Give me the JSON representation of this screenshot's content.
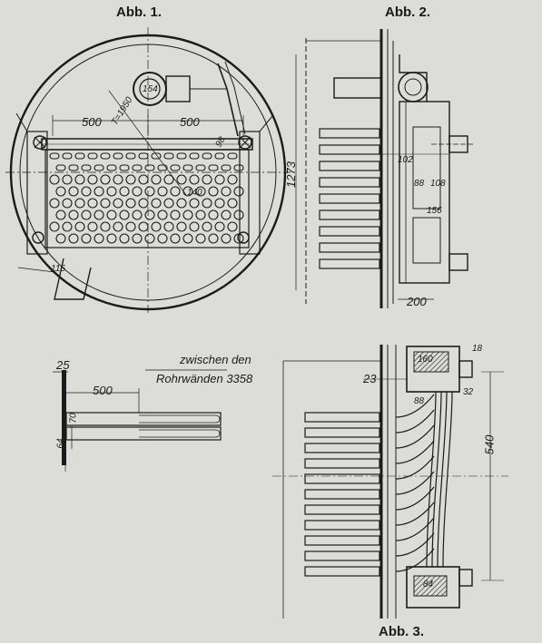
{
  "figures": [
    {
      "title": "Abb. 1."
    },
    {
      "title": "Abb. 2."
    },
    {
      "title": "Abb. 3."
    }
  ],
  "fig1": {
    "dim_left": "500",
    "dim_right": "500",
    "dim_diameter": "T=1950",
    "dim_pipe": "154",
    "dim_center": "140",
    "dim_side": "98",
    "dim_foot": "115"
  },
  "fig2": {
    "dim_height": "1273",
    "dim_a": "102",
    "dim_b": "88",
    "dim_c": "108",
    "dim_d": "156",
    "dim_base": "200"
  },
  "fig_left_bottom": {
    "dim_wall": "25",
    "dim_len": "500",
    "dim_70": "70",
    "dim_64": "64",
    "note_line1": "zwischen den",
    "note_line2": "Rohrwänden 3358"
  },
  "fig3": {
    "dim_top": "160",
    "dim_18": "18",
    "dim_23": "23",
    "dim_88": "88",
    "dim_32": "32",
    "dim_540": "540",
    "dim_84": "84"
  },
  "colors": {
    "paper": "#dcdcd9",
    "ink": "#1b1b1b"
  }
}
